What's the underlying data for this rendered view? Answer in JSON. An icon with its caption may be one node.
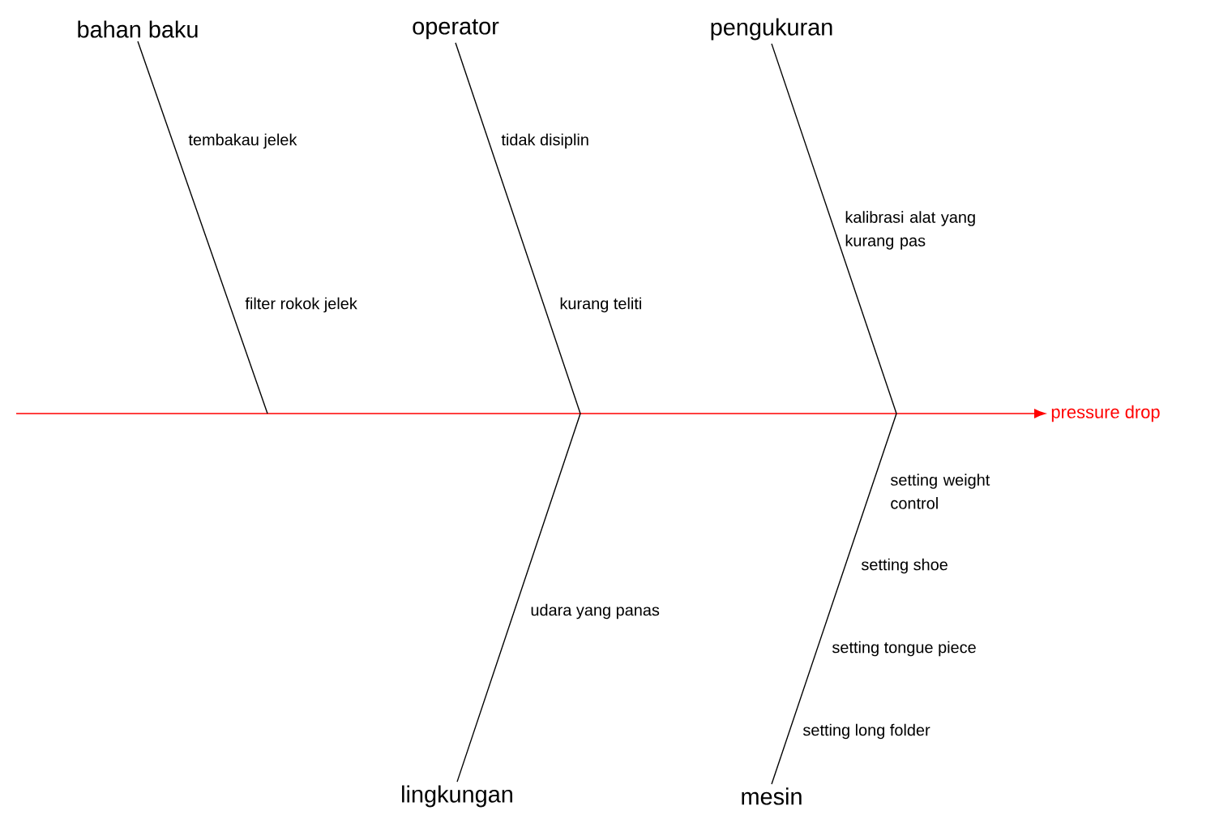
{
  "diagram": {
    "nodes": [
      {
        "text": [
          "bahan baku"
        ]
      },
      {
        "text": [
          "operator"
        ]
      },
      {
        "text": [
          "pengukuran"
        ]
      },
      {
        "text": [
          "lingkungan"
        ]
      },
      {
        "text": [
          "mesin"
        ]
      },
      {
        "text": [
          "pressure drop"
        ]
      }
    ],
    "edges": [
      {
        "from": null,
        "to": 5,
        "arrow": "to",
        "color": "#ff0000"
      },
      {
        "from": 0,
        "to": null,
        "arrow": "none"
      },
      {
        "from": 1,
        "to": null,
        "arrow": "none"
      },
      {
        "from": 2,
        "to": null,
        "arrow": "none"
      },
      {
        "from": 3,
        "to": null,
        "arrow": "none"
      },
      {
        "from": 4,
        "to": null,
        "arrow": "none"
      }
    ],
    "labels": [
      "tembakau jelek",
      "tidak disiplin",
      "kalibrasi alat yang kurang pas",
      "filter rokok jelek",
      "kurang teliti",
      "setting weight control",
      "setting shoe",
      "udara yang panas",
      "setting tongue piece",
      "setting long folder"
    ]
  }
}
